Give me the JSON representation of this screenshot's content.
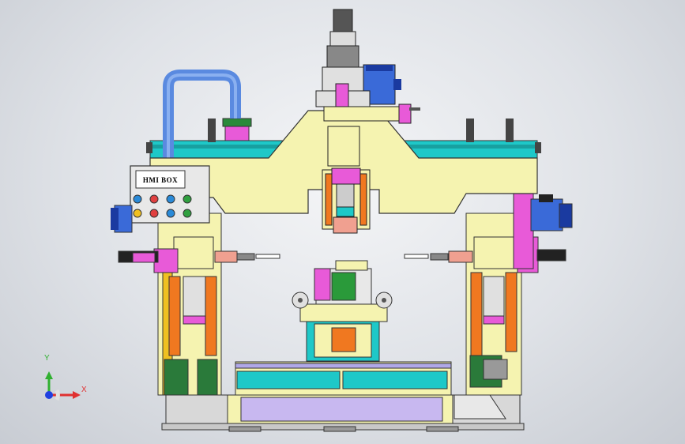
{
  "viewport": {
    "background": "#e4e6ea"
  },
  "model": {
    "hmi_box_label": "HMI BOX",
    "colors": {
      "frame_yellow": "#f5f3b0",
      "cyan": "#1ec8c8",
      "magenta": "#e85ad8",
      "orange": "#f07820",
      "blue_pipe": "#5a8ae0",
      "motor_blue": "#3a6ad8",
      "lavender": "#b0a8e8",
      "gray_panel": "#d0d0d0"
    },
    "button_colors": [
      "#2a8ad8",
      "#e04040",
      "#2a8ad8",
      "#30a040",
      "#f0c020",
      "#e04040",
      "#2a8ad8",
      "#30a040"
    ]
  },
  "triad": {
    "x_label": "X",
    "y_label": "Y",
    "x_color": "#e03030",
    "y_color": "#30b030",
    "z_color": "#2040e0"
  }
}
